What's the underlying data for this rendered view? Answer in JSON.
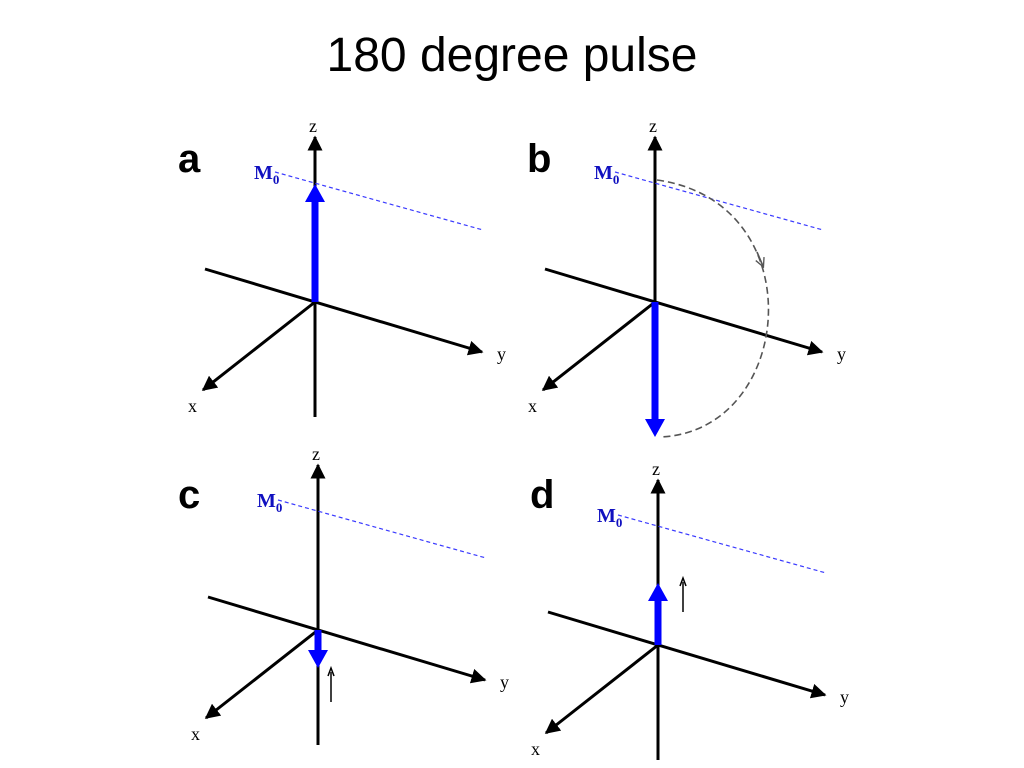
{
  "slide": {
    "title": "180 degree pulse"
  },
  "axes": {
    "z_label": "z",
    "y_label": "y",
    "x_label": "x"
  },
  "magnetization": {
    "label": "M",
    "subscript": "0"
  },
  "panels": [
    {
      "letter": "a",
      "description": "equilibrium, magnetization along +z"
    },
    {
      "letter": "b",
      "description": "after 180 degree pulse, magnetization inverted to -z"
    },
    {
      "letter": "c",
      "description": "partial recovery, short vector along -z"
    },
    {
      "letter": "d",
      "description": "further recovery, short vector along +z"
    }
  ],
  "colors": {
    "vector": "#0000ff",
    "reference_line": "#3a3aff",
    "axes": "#000000",
    "rotation_path": "#555555"
  }
}
